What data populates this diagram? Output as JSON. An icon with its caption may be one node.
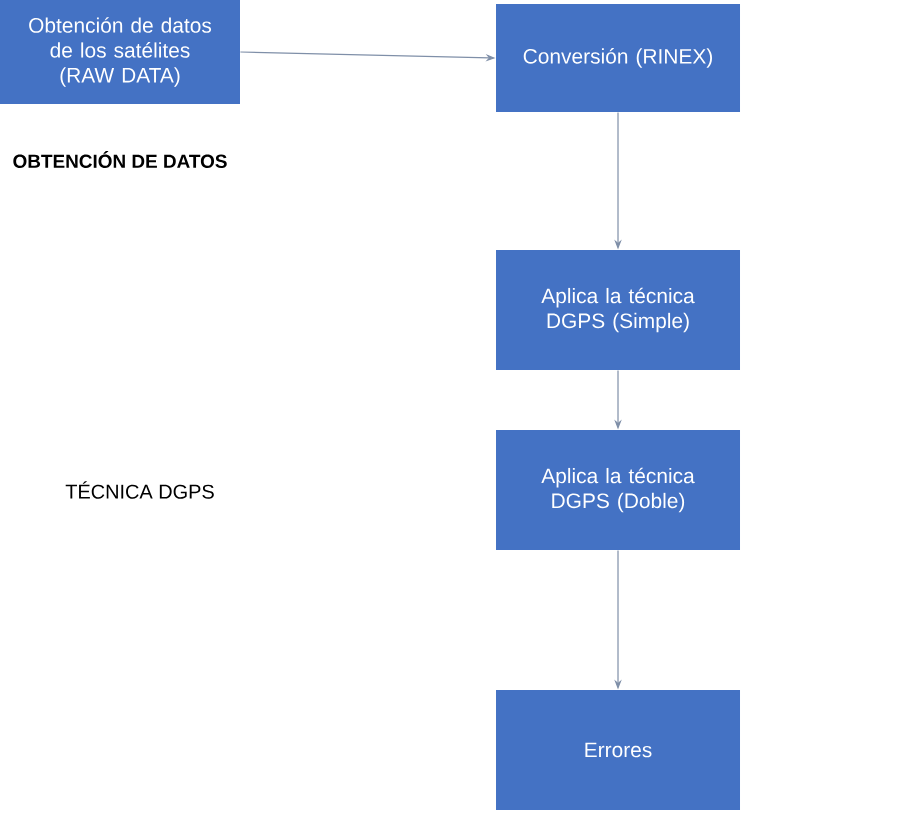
{
  "diagram": {
    "nodes": [
      {
        "text": [
          "Obtención de datos de los satélites (RAW DATA)"
        ],
        "beside": [
          "OBTENCIÓN DE DATOS"
        ]
      },
      {
        "text": [
          "Conversión (RINEX)"
        ]
      },
      {
        "text": [
          "Aplica la técnica DGPS (Simple)"
        ]
      },
      {
        "text": [
          "Aplica la técnica DGPS (Doble)"
        ]
      },
      {
        "text": [
          "Errores"
        ]
      }
    ],
    "edges": [
      {
        "from": 0,
        "to": 1,
        "arrow": "to"
      },
      {
        "from": 1,
        "to": 2,
        "arrow": "to"
      },
      {
        "from": 2,
        "to": 3,
        "arrow": "to"
      },
      {
        "from": 3,
        "to": 4,
        "arrow": "to"
      }
    ],
    "labels": [
      "TÉCNICA DGPS"
    ]
  }
}
